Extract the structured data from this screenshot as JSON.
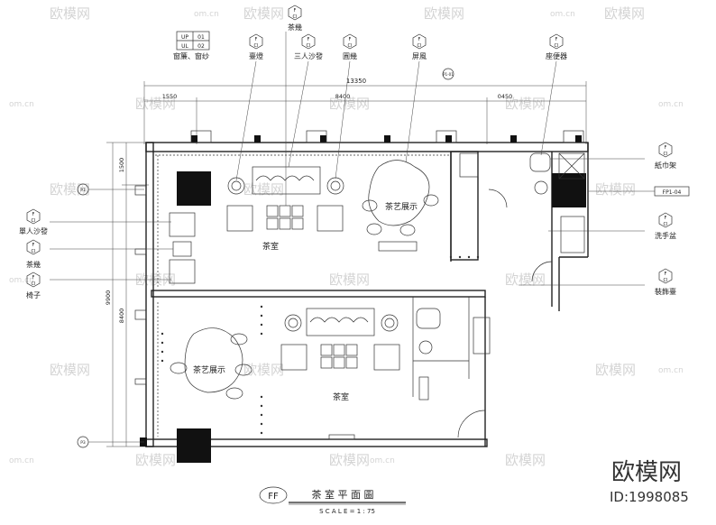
{
  "watermark": {
    "brand": "欧模网",
    "site": "om.cn"
  },
  "corner_mark": {
    "brand": "欧模网",
    "id": "ID:1998085"
  },
  "title_block": {
    "tag": "FF",
    "title": "茶 室 平 面 圖",
    "scale": "S C A L E = 1 : 75"
  },
  "dimensions": {
    "total": "13350",
    "left": "1550",
    "mid": "8400",
    "right": "0450",
    "height_total": "9900",
    "h1": "1500",
    "h2": "8400"
  },
  "rooms": [
    {
      "label": "茶室"
    },
    {
      "label": "茶艺展示"
    },
    {
      "label": "茶室"
    },
    {
      "label": "茶艺展示"
    }
  ],
  "legend_codes": {
    "top": "UP",
    "bottom": "UL",
    "num1": "01",
    "num2": "02",
    "letter": "F",
    "sub": "Cl"
  },
  "callouts_top": [
    {
      "label": "窗簾、窗纱"
    },
    {
      "label": "臺燈"
    },
    {
      "label": "茶幾"
    },
    {
      "label": "三人沙發"
    },
    {
      "label": "圓幾"
    },
    {
      "label": "屏風"
    },
    {
      "label": "座便器"
    }
  ],
  "callouts_left": [
    {
      "label": "單人沙發"
    },
    {
      "label": "茶幾"
    },
    {
      "label": "椅子"
    }
  ],
  "callouts_right": [
    {
      "label": "紙巾架"
    },
    {
      "label": "洗手盆"
    },
    {
      "label": "裝飾臺"
    }
  ],
  "axis_tags": {
    "a": "P1",
    "b": "P1-01",
    "c": "P3",
    "d": "FP1-04"
  }
}
